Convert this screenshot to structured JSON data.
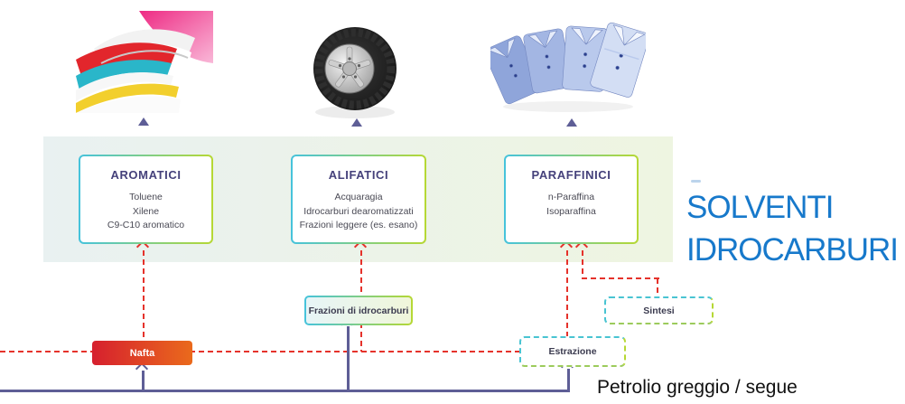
{
  "heading": {
    "line1": "SOLVENTI",
    "line2": "IDROCARBURI"
  },
  "solvent_groups": [
    {
      "title": "AROMATICI",
      "items": [
        "Toluene",
        "Xilene",
        "C9-C10 aromatico"
      ]
    },
    {
      "title": "ALIFATICI",
      "items": [
        "Acquaragia",
        "Idrocarburi dearomatizzati",
        "Frazioni leggere (es. esano)"
      ]
    },
    {
      "title": "PARAFFINICI",
      "items": [
        "n-Paraffina",
        "Isoparaffina"
      ]
    }
  ],
  "process_nodes": {
    "nafta": {
      "label": "Nafta"
    },
    "frazioni": {
      "label": "Frazioni di idrocarburi"
    },
    "estrazione": {
      "label": "Estrazione"
    },
    "sintesi": {
      "label": "Sintesi"
    }
  },
  "caption": {
    "text": "Petrolio greggio / segue"
  },
  "images": {
    "magazines": "magazines-photo",
    "tire": "tire-photo",
    "shirts": "shirts-photo"
  },
  "colors": {
    "accent_blue": "#1779cb",
    "dashed_red": "#e5322b",
    "flow_purple": "#5e5e96",
    "border_teal": "#46c3dc",
    "border_green": "#b6d834",
    "nafta_start": "#d6202e",
    "nafta_end": "#ea6a1c",
    "title_navy": "#45417b"
  }
}
